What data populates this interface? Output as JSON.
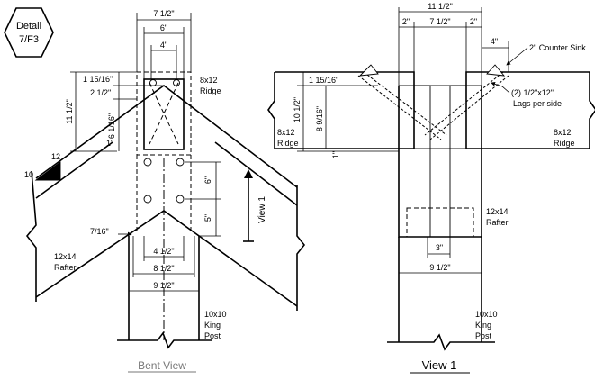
{
  "detail_tag": {
    "line1": "Detail",
    "line2": "7/F3"
  },
  "bent_view": {
    "caption": "Bent View",
    "dims": {
      "overall_width": "7 1/2\"",
      "six": "6\"",
      "four": "4\"",
      "h1": "1 15/16\"",
      "h2": "2 1/2\"",
      "h3": "6 1/16\"",
      "h4": "1\"",
      "total_h": "11 1/2\"",
      "v6": "6\"",
      "v5": "5\"",
      "seven16": "7/16\"",
      "w412": "4 1/2\"",
      "w812": "8 1/2\"",
      "w912": "9 1/2\""
    },
    "slope": {
      "rise": "10",
      "run": "12"
    },
    "labels": {
      "ridge": [
        "8x12",
        "Ridge"
      ],
      "rafter": [
        "12x14",
        "Rafter"
      ],
      "kingpost": [
        "10x10",
        "King",
        "Post"
      ]
    },
    "view_marker": "View 1"
  },
  "view1": {
    "caption": "View 1",
    "dims": {
      "top": "11 1/2\"",
      "left2": "2\"",
      "mid": "7 1/2\"",
      "right2": "2\"",
      "four": "4\"",
      "h1": "1 15/16\"",
      "h2": "10 1/2\"",
      "h3": "8 9/16\"",
      "one": "1\"",
      "three": "3\"",
      "w912": "9 1/2\""
    },
    "labels": {
      "ridge_left": [
        "8x12",
        "Ridge"
      ],
      "ridge_right": [
        "8x12",
        "Ridge"
      ],
      "rafter": [
        "12x14",
        "Rafter"
      ],
      "kingpost": [
        "10x10",
        "King",
        "Post"
      ],
      "counter_sink": "2\" Counter Sink",
      "lags": [
        "(2) 1/2\"x12\"",
        "Lags per side"
      ]
    }
  }
}
